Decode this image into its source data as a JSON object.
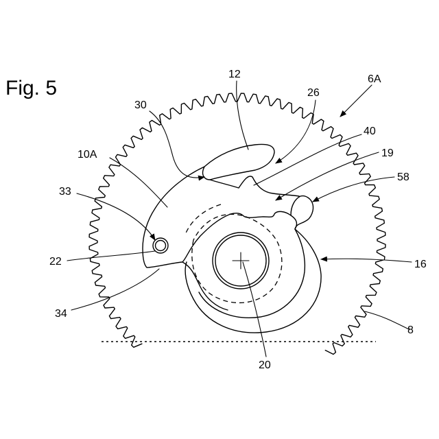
{
  "figure": {
    "title": "Fig. 5",
    "references": {
      "r6A": "6A",
      "r8": "8",
      "r10A": "10A",
      "r12": "12",
      "r16": "16",
      "r19": "19",
      "r20": "20",
      "r22": "22",
      "r26": "26",
      "r30": "30",
      "r33": "33",
      "r34": "34",
      "r40": "40",
      "r58": "58"
    }
  }
}
